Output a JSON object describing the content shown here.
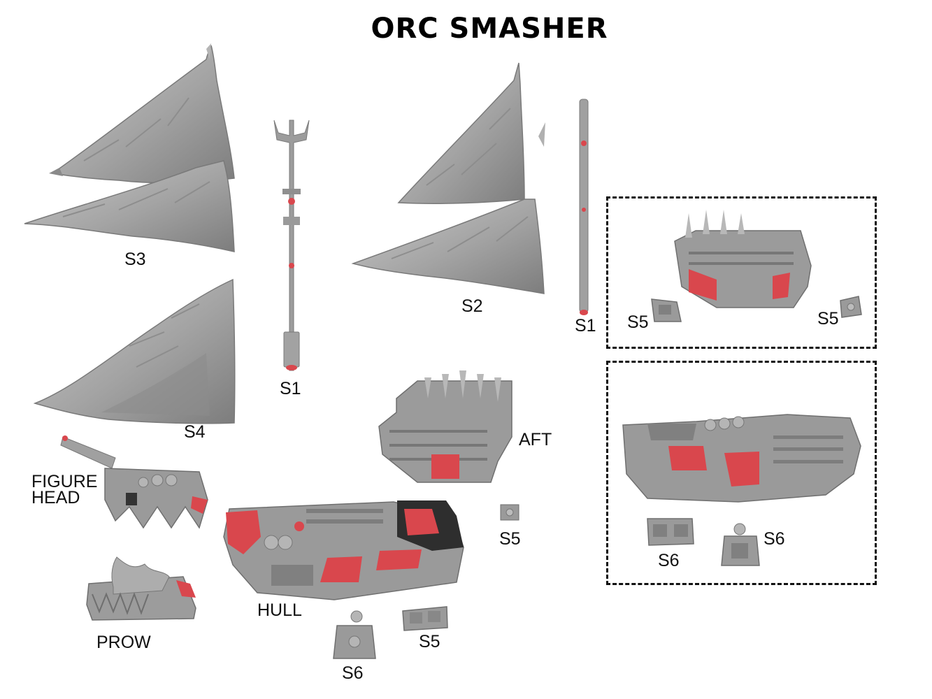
{
  "title": "ORC SMASHER",
  "labels": {
    "s3": "S3",
    "s1_left": "S1",
    "s2": "S2",
    "s1_right": "S1",
    "s4": "S4",
    "aft": "AFT",
    "figure_head": "FIGURE\nHEAD",
    "hull": "HULL",
    "prow": "PROW",
    "s5_mid": "S5",
    "s6_bottom": "S6",
    "s5_bottom": "S5",
    "box1_s5_left": "S5",
    "box1_s5_right": "S5",
    "box2_s6_left": "S6",
    "box2_s6_right": "S6"
  },
  "colors": {
    "model_grey": "#9a9a9a",
    "model_dark": "#6f6f6f",
    "model_light": "#c4c4c4",
    "accent_red": "#d9474d",
    "outline": "#111111"
  }
}
